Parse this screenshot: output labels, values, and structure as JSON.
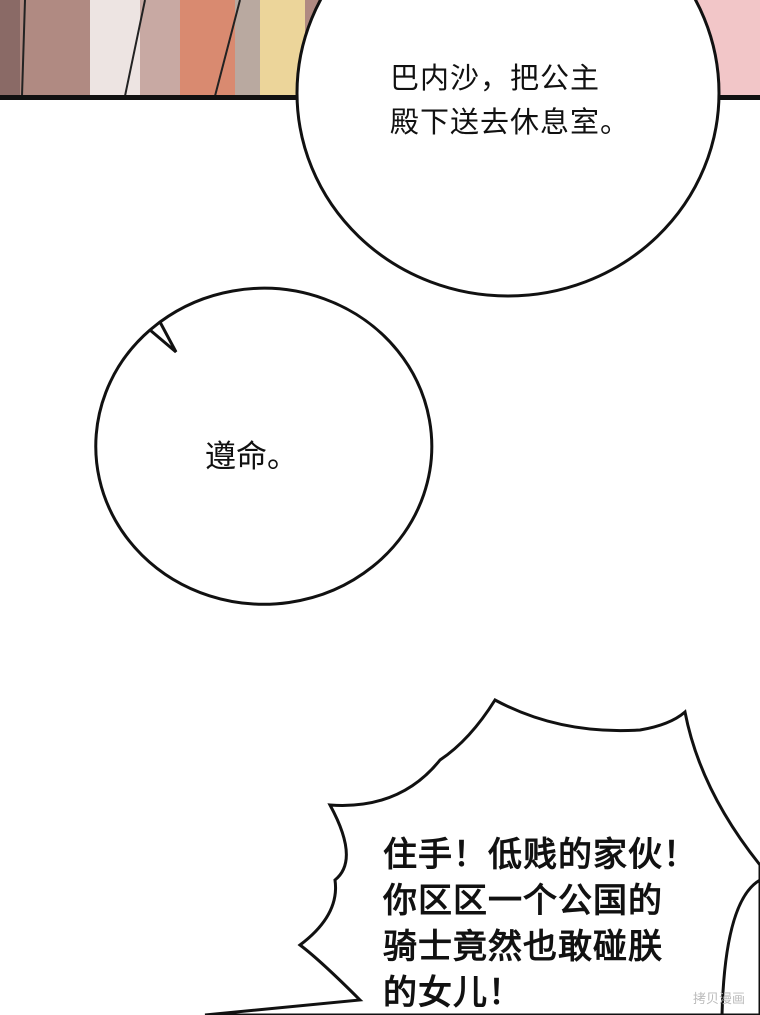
{
  "bubbles": [
    {
      "lines": [
        "巴内沙，把公主",
        "殿下送去休息室。"
      ]
    },
    {
      "lines": [
        "遵命。"
      ]
    },
    {
      "lines": [
        "住手！低贱的家伙！",
        "你区区一个公国的",
        "骑士竟然也敢碰朕",
        "的女儿！"
      ]
    }
  ],
  "watermark": "拷贝漫画",
  "colors": {
    "ink": "#111111",
    "panel_bg": "#c9a08e"
  }
}
